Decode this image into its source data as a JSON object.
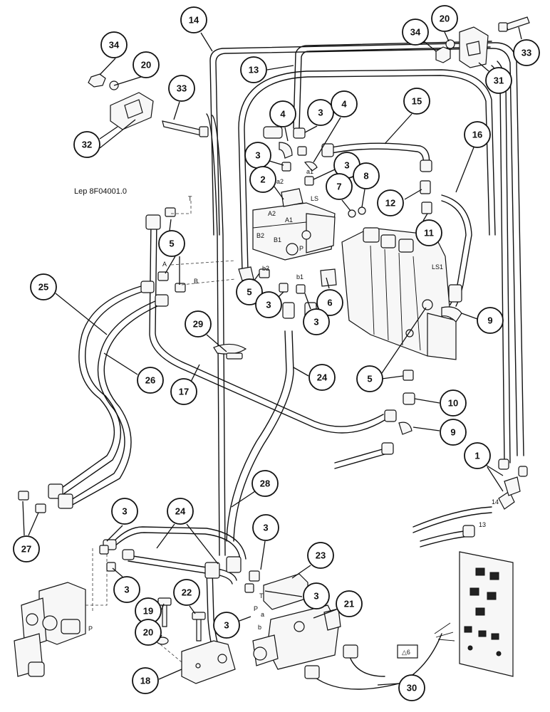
{
  "reference": "Lep 8F04001.0",
  "callouts": [
    {
      "label": "14"
    },
    {
      "label": "20"
    },
    {
      "label": "34"
    },
    {
      "label": "33"
    },
    {
      "label": "34"
    },
    {
      "label": "20"
    },
    {
      "label": "31"
    },
    {
      "label": "13"
    },
    {
      "label": "33"
    },
    {
      "label": "32"
    },
    {
      "label": "4"
    },
    {
      "label": "3"
    },
    {
      "label": "4"
    },
    {
      "label": "15"
    },
    {
      "label": "16"
    },
    {
      "label": "3"
    },
    {
      "label": "2"
    },
    {
      "label": "3"
    },
    {
      "label": "7"
    },
    {
      "label": "8"
    },
    {
      "label": "12"
    },
    {
      "label": "11"
    },
    {
      "label": "5"
    },
    {
      "label": "25"
    },
    {
      "label": "5"
    },
    {
      "label": "6"
    },
    {
      "label": "3"
    },
    {
      "label": "3"
    },
    {
      "label": "9"
    },
    {
      "label": "29"
    },
    {
      "label": "26"
    },
    {
      "label": "24"
    },
    {
      "label": "5"
    },
    {
      "label": "17"
    },
    {
      "label": "10"
    },
    {
      "label": "9"
    },
    {
      "label": "1"
    },
    {
      "label": "28"
    },
    {
      "label": "27"
    },
    {
      "label": "3"
    },
    {
      "label": "24"
    },
    {
      "label": "3"
    },
    {
      "label": "23"
    },
    {
      "label": "3"
    },
    {
      "label": "3"
    },
    {
      "label": "22"
    },
    {
      "label": "19"
    },
    {
      "label": "21"
    },
    {
      "label": "20"
    },
    {
      "label": "3"
    },
    {
      "label": "18"
    },
    {
      "label": "30"
    }
  ],
  "port_labels": [
    "T",
    "A2",
    "A1",
    "B2",
    "B1",
    "P",
    "LS",
    "a2",
    "a1",
    "b2",
    "b1",
    "LS1",
    "A",
    "B",
    "T",
    "P",
    "a",
    "b",
    "P",
    "14",
    "13"
  ],
  "symbol_label": "△6"
}
